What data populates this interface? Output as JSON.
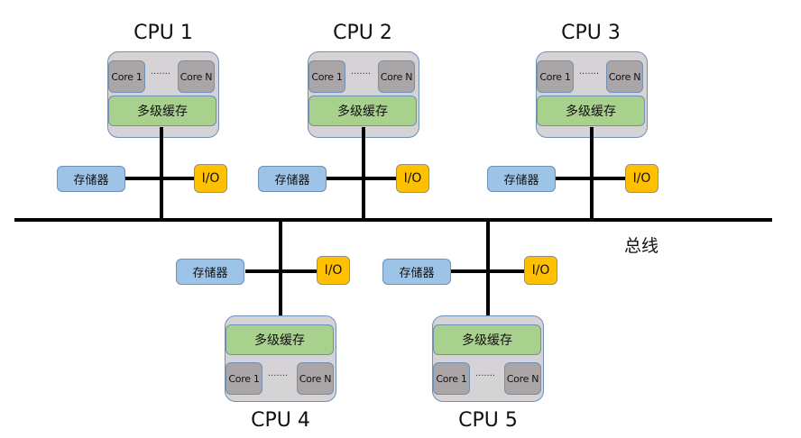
{
  "diagram": {
    "bus_label": "总线",
    "colors": {
      "cpu_box": "#d6d3d6",
      "core": "#aaa6a8",
      "cache": "#a9d18e",
      "memory": "#9dc3e6",
      "io": "#ffc000",
      "border": "#6f8fb5",
      "line": "#000000"
    },
    "cpus": [
      {
        "title": "CPU 1",
        "core_first": "Core 1",
        "core_last": "Core N",
        "ellipsis": "·······",
        "cache": "多级缓存",
        "memory": "存储器",
        "io": "I/O"
      },
      {
        "title": "CPU 2",
        "core_first": "Core 1",
        "core_last": "Core N",
        "ellipsis": "·······",
        "cache": "多级缓存",
        "memory": "存储器",
        "io": "I/O"
      },
      {
        "title": "CPU 3",
        "core_first": "Core 1",
        "core_last": "Core N",
        "ellipsis": "·······",
        "cache": "多级缓存",
        "memory": "存储器",
        "io": "I/O"
      },
      {
        "title": "CPU 4",
        "core_first": "Core 1",
        "core_last": "Core N",
        "ellipsis": "·······",
        "cache": "多级缓存",
        "memory": "存储器",
        "io": "I/O"
      },
      {
        "title": "CPU 5",
        "core_first": "Core 1",
        "core_last": "Core N",
        "ellipsis": "·······",
        "cache": "多级缓存",
        "memory": "存储器",
        "io": "I/O"
      }
    ]
  }
}
